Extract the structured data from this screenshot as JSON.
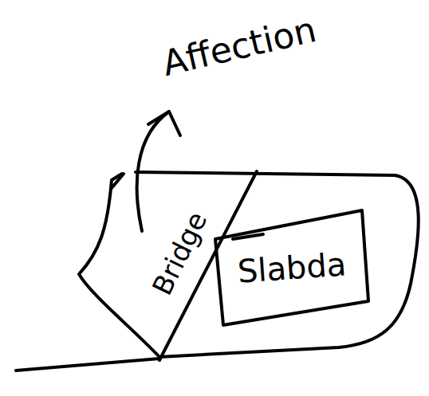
{
  "diagram": {
    "nodes": [
      {
        "text": [
          "Bridge"
        ]
      },
      {
        "text": [
          "Slabda"
        ],
        "in": 0
      }
    ],
    "labels": [
      "Affection"
    ]
  }
}
